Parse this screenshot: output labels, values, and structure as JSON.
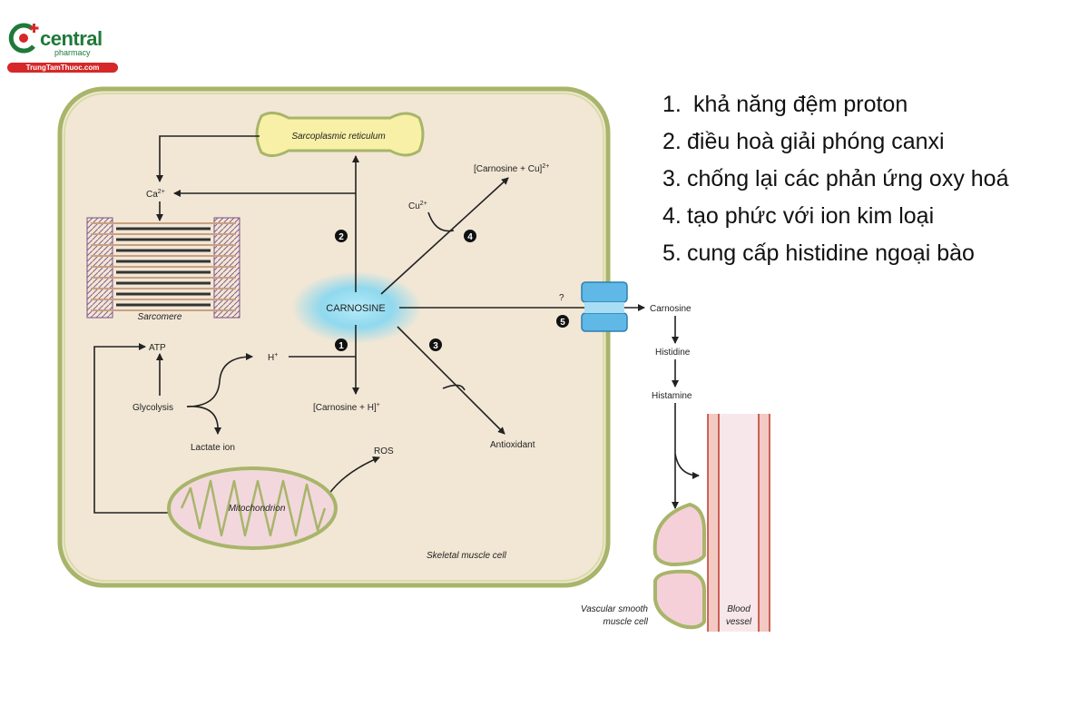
{
  "logo": {
    "brand": "central",
    "sub": "pharmacy",
    "site": "TrungTamThuoc.com",
    "colors": {
      "green": "#1f7a3a",
      "red": "#d62828"
    }
  },
  "functions": [
    {
      "num": "1.",
      "text": " khả năng đệm proton"
    },
    {
      "num": "2.",
      "text": "điều hoà giải phóng canxi"
    },
    {
      "num": "3.",
      "text": "chống lại các phản ứng oxy hoá"
    },
    {
      "num": "4.",
      "text": "tạo phức với ion kim loại"
    },
    {
      "num": "5.",
      "text": "cung cấp histidine ngoại bào"
    }
  ],
  "diagram": {
    "sarcoplasmic_reticulum": "Sarcoplasmic reticulum",
    "ca": "Ca",
    "ca_charge": "2+",
    "sarcomere": "Sarcomere",
    "carnosine": "CARNOSINE",
    "carnosine_cu": "[Carnosine + Cu]",
    "carnosine_cu_charge": "2+",
    "cu": "Cu",
    "cu_charge": "2+",
    "question": "?",
    "atp": "ATP",
    "h": "H",
    "h_charge": "+",
    "glycolysis": "Glycolysis",
    "lactate": "Lactate ion",
    "carnosine_h": "[Carnosine + H]",
    "carnosine_h_charge": "+",
    "ros": "ROS",
    "antioxidant": "Antioxidant",
    "mitochondrion": "Mitochondrion",
    "skeletal": "Skeletal muscle cell",
    "ext_carnosine": "Carnosine",
    "histidine": "Histidine",
    "histamine": "Histamine",
    "vascular_line1": "Vascular smooth",
    "vascular_line2": "muscle cell",
    "blood_line1": "Blood",
    "blood_line2": "vessel",
    "badges": [
      "1",
      "2",
      "3",
      "4",
      "5"
    ],
    "colors": {
      "cell": "#f2e7d5",
      "cell_border": "#a8b56a",
      "reticulum": "#f7f0a6",
      "glow": "#6fd0f0",
      "mito": "#f2d8dc",
      "vessel": "#c0392b"
    }
  }
}
